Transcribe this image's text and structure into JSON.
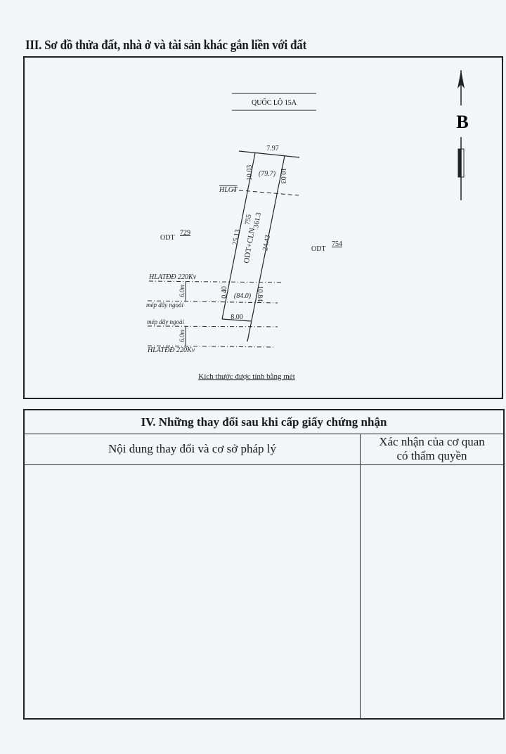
{
  "section3": {
    "title": "III. Sơ đồ thửa đất, nhà ở và tài sản khác gắn liền với đất",
    "road": "QUỐC LỘ 15A",
    "north": "B",
    "parcel": {
      "use": "ODT+CLN",
      "number": "755",
      "area": "361.3"
    },
    "dims": {
      "top": "7.97",
      "left_top": "10.03",
      "right_top": "10.03",
      "left_mid": "25.13",
      "right_mid": "24.43",
      "left_bot": "0.40",
      "right_bot": "10.84",
      "bottom": "8.00",
      "area_a": "(79.7)",
      "area_b": "(84.0)",
      "gap1": "6.0m",
      "gap2": "6.0m"
    },
    "neighbors": [
      {
        "use": "ODT",
        "number": "729"
      },
      {
        "use": "ODT",
        "number": "754"
      }
    ],
    "lines": {
      "hlgt": "HLGT",
      "hlatdd1": "HLATĐĐ 220Kv",
      "mep1": "mép dây ngoài",
      "mep2": "mép dây ngoài",
      "hlatdd2": "HLATĐĐ 220Kv"
    },
    "note": "Kích thước được tính bằng mét"
  },
  "section4": {
    "title": "IV. Những thay đổi sau khi cấp giấy chứng nhận",
    "col1": "Nội dung thay đổi và cơ sở pháp lý",
    "col2_line1": "Xác nhận của cơ quan",
    "col2_line2": "có thẩm quyền"
  }
}
